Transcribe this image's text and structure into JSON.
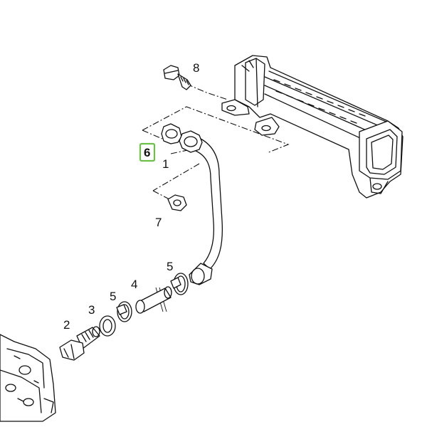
{
  "callouts": {
    "c1": "1",
    "c2": "2",
    "c3": "3",
    "c4": "4",
    "c5a": "5",
    "c5b": "5",
    "c6": "6",
    "c7": "7",
    "c8": "8"
  },
  "highlight_color": "#6cc04a"
}
